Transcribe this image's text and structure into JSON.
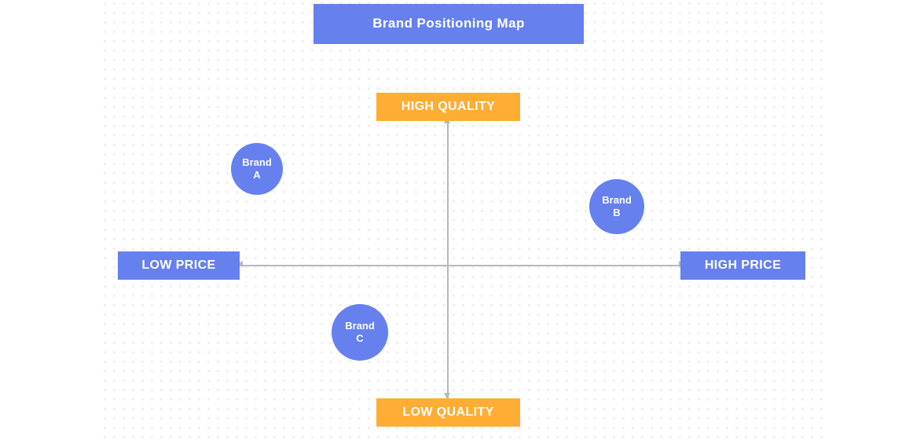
{
  "diagram": {
    "title": "Brand Positioning Map",
    "type": "perceptual-map",
    "axes": {
      "vertical": {
        "top_label": "HIGH QUALITY",
        "bottom_label": "LOW QUALITY"
      },
      "horizontal": {
        "left_label": "LOW PRICE",
        "right_label": "HIGH PRICE"
      }
    },
    "brands": [
      {
        "label_line1": "Brand",
        "label_line2": "A",
        "quadrant": "low-price-high-quality"
      },
      {
        "label_line1": "Brand",
        "label_line2": "B",
        "quadrant": "high-price-high-quality"
      },
      {
        "label_line1": "Brand",
        "label_line2": "C",
        "quadrant": "low-price-low-quality"
      }
    ]
  },
  "colors": {
    "brand_blue": "#6680ee",
    "accent_orange": "#ffad33",
    "axis_gray": "#b7b7bc",
    "dot_gray": "#ececed",
    "background": "#ffffff",
    "label_text": "#ffffff"
  }
}
